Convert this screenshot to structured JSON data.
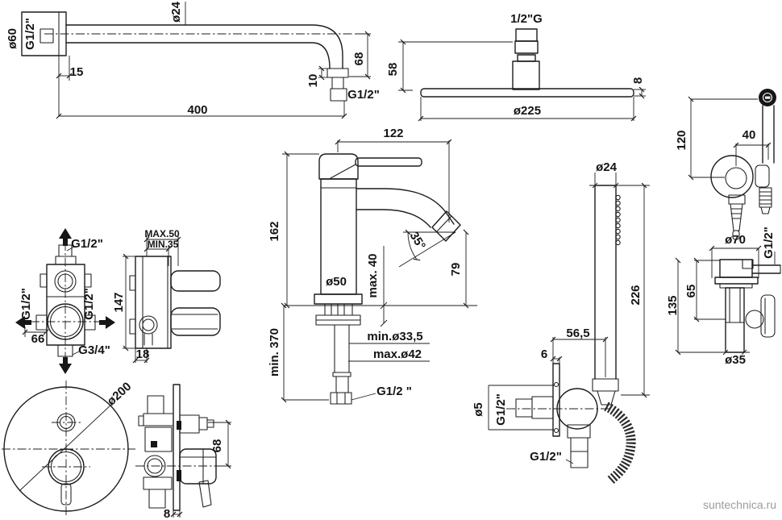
{
  "watermark": "suntechnica.ru",
  "labels": {
    "arm_d60": "ø60",
    "arm_g12_wall": "G1/2\"",
    "arm_d24": "ø24",
    "arm_15": "15",
    "arm_400": "400",
    "arm_68": "68",
    "arm_10": "10",
    "arm_g12_out": "G1/2\"",
    "head_g12": "1/2\"G",
    "head_58": "58",
    "head_8": "8",
    "head_d225": "ø225",
    "spray_120": "120",
    "spray_40": "40",
    "sprayside_g12": "G1/2\"",
    "sprayside_d70": "ø70",
    "sprayside_65": "65",
    "sprayside_135": "135",
    "sprayside_d35": "ø35",
    "mixer_122": "122",
    "mixer_162": "162",
    "mixer_d50": "ø50",
    "mixer_max40": "max. 40",
    "mixer_35deg": "35°",
    "mixer_79": "79",
    "mixer_min370": "min. 370",
    "mixer_min_d335": "min.ø33,5",
    "mixer_max_d42": "max.ø42",
    "mixer_g12": "G1/2 \"",
    "valve_g12_top": "G1/2\"",
    "valve_g12_left": "G1/2\"",
    "valve_g12_right": "G1/2\"",
    "valve_66": "66",
    "valve_g34": "G3/4\"",
    "valveside_max50": "MAX.50",
    "valveside_min35": "MIN.35",
    "valveside_147": "147",
    "valveside_18": "18",
    "plate_d200": "ø200",
    "mixerside_68": "68",
    "mixerside_8": "8",
    "hs_d24": "ø24",
    "hs_226": "226",
    "hs_565": "56,5",
    "hs_6": "6",
    "hs_d5": "ø5",
    "hs_g12_in": "G1/2\"",
    "hs_g12_out": "G1/2\""
  }
}
